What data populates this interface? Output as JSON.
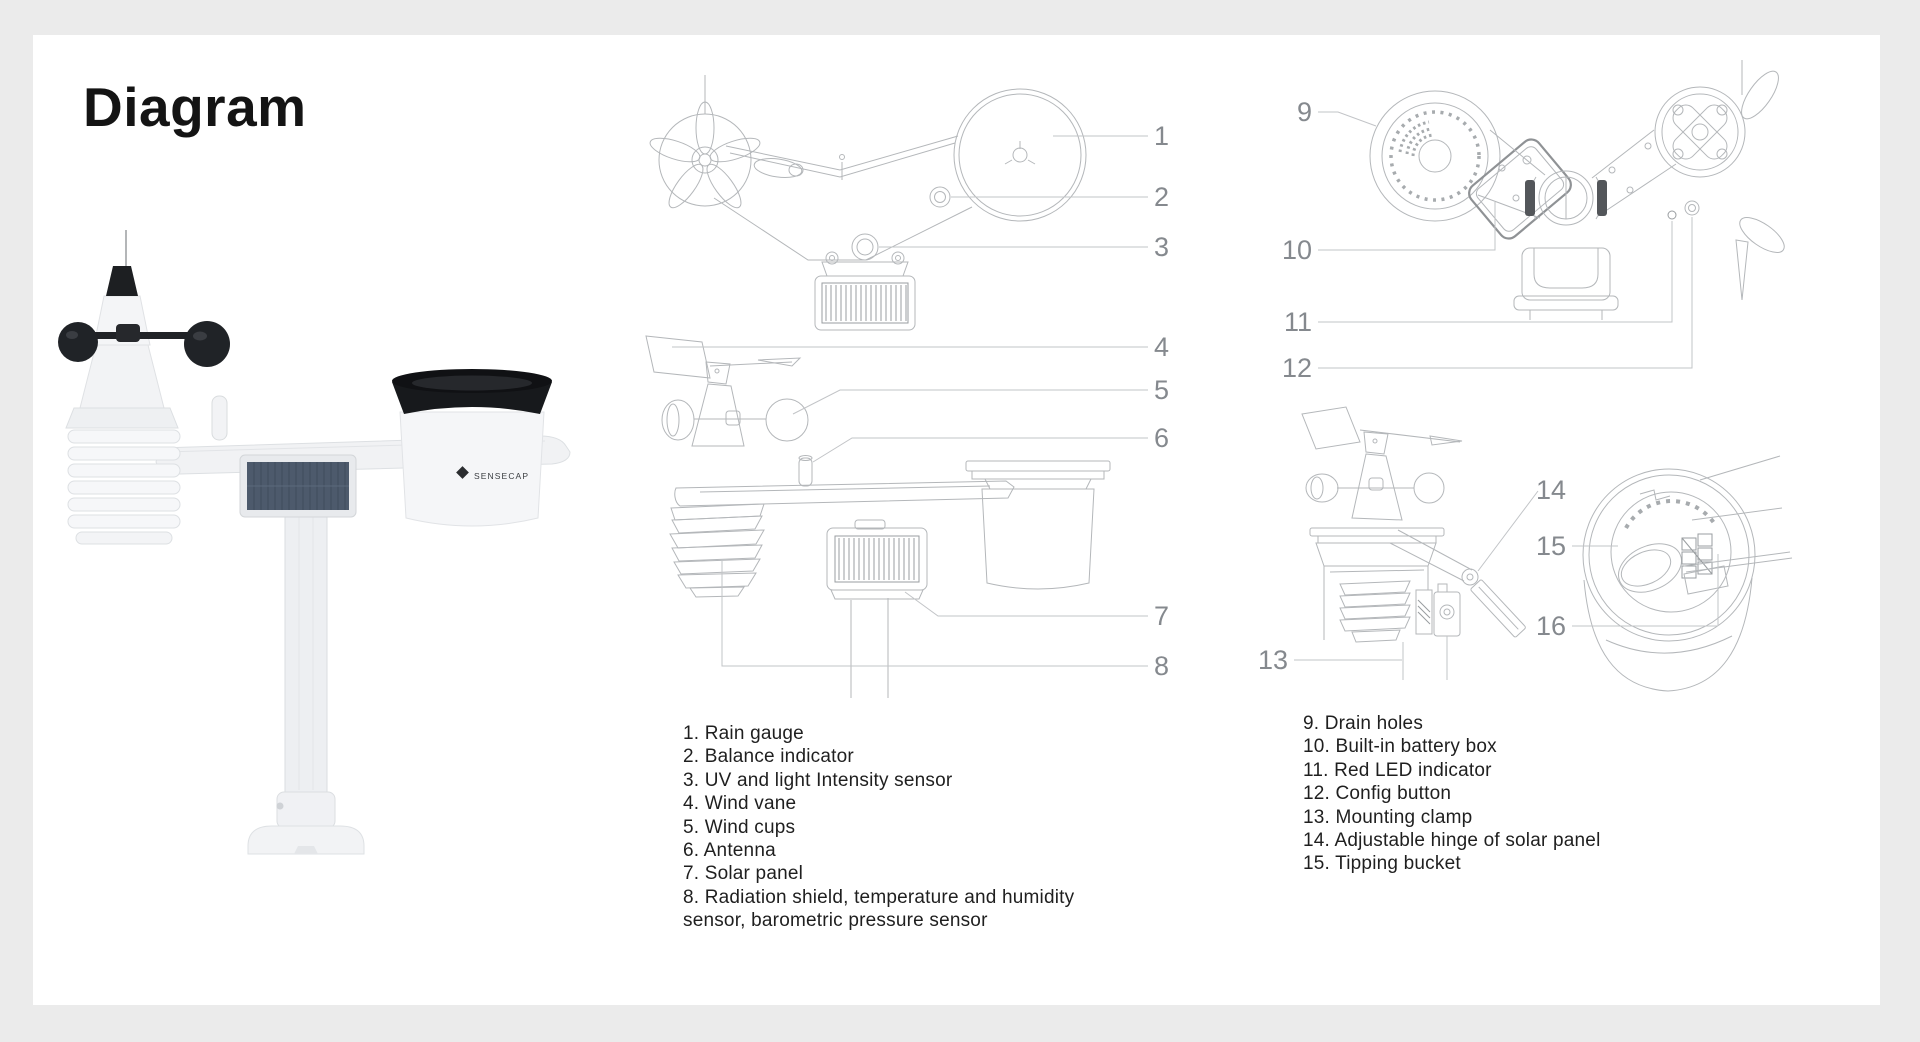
{
  "page": {
    "title": "Diagram"
  },
  "colors": {
    "background": "#ebebeb",
    "card": "#ffffff",
    "title_text": "#141414",
    "list_text": "#1f1f1f",
    "callout_number": "#85898e",
    "line_art": "#b4b7ba",
    "solar_panel": "#4d5a6c",
    "dark_plastic": "#1d1f22"
  },
  "product": {
    "logo_text": "SENSECAP"
  },
  "callouts": [
    "1",
    "2",
    "3",
    "4",
    "5",
    "6",
    "7",
    "8",
    "9",
    "10",
    "11",
    "12",
    "13",
    "14",
    "15",
    "16"
  ],
  "parts_left": [
    "1. Rain gauge",
    "2. Balance indicator",
    "3. UV and light Intensity sensor",
    "4. Wind vane",
    "5. Wind cups",
    "6. Antenna",
    "7. Solar panel",
    "8. Radiation shield, temperature and humidity sensor, barometric pressure sensor"
  ],
  "parts_right": [
    "9. Drain holes",
    "10. Built-in battery box",
    "11. Red LED indicator",
    "12. Config button",
    "13. Mounting clamp",
    "14. Adjustable hinge of solar panel",
    "15. Tipping bucket"
  ]
}
